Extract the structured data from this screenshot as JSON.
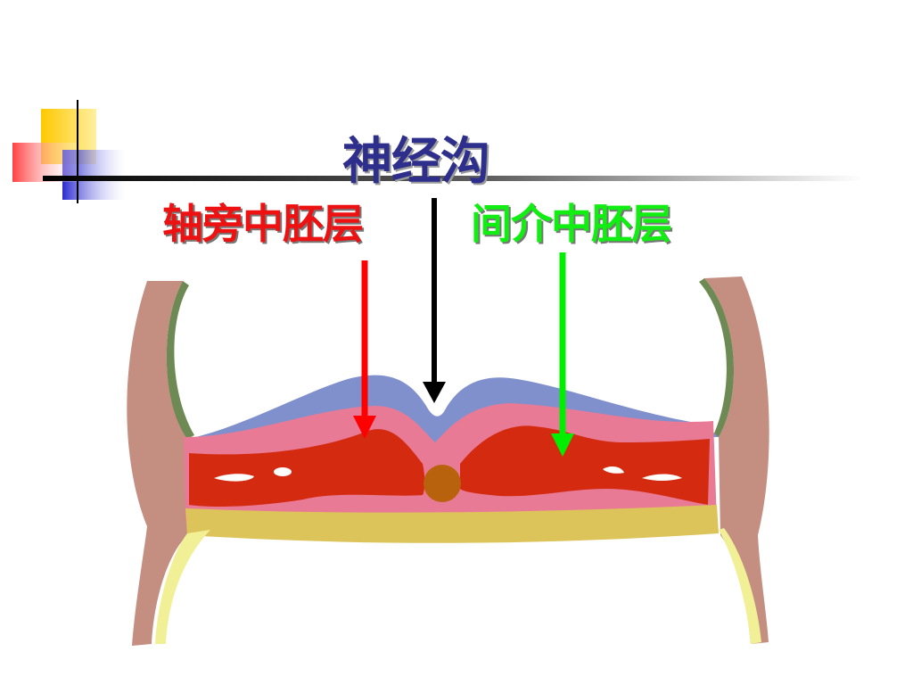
{
  "labels": {
    "neural_groove": "神经沟",
    "paraxial_mesoderm": "轴旁中胚层",
    "intermediate_mesoderm": "间介中胚层"
  },
  "colors": {
    "title_text": "#2e2e8c",
    "paraxial_text": "#ee1111",
    "intermediate_text": "#11ee11",
    "ectoderm": "#8090cc",
    "mesoderm_pink": "#e87a96",
    "mesoderm_red": "#d42a10",
    "notochord": "#b8620e",
    "endoderm": "#ddc45a",
    "yolk_edge": "#f2f096",
    "amnion_green": "#6e8a54",
    "body_wall": "#c48e80",
    "decor_yellow": "#ffd000",
    "decor_blue": "#3030d0",
    "decor_red": "#ff5050"
  }
}
